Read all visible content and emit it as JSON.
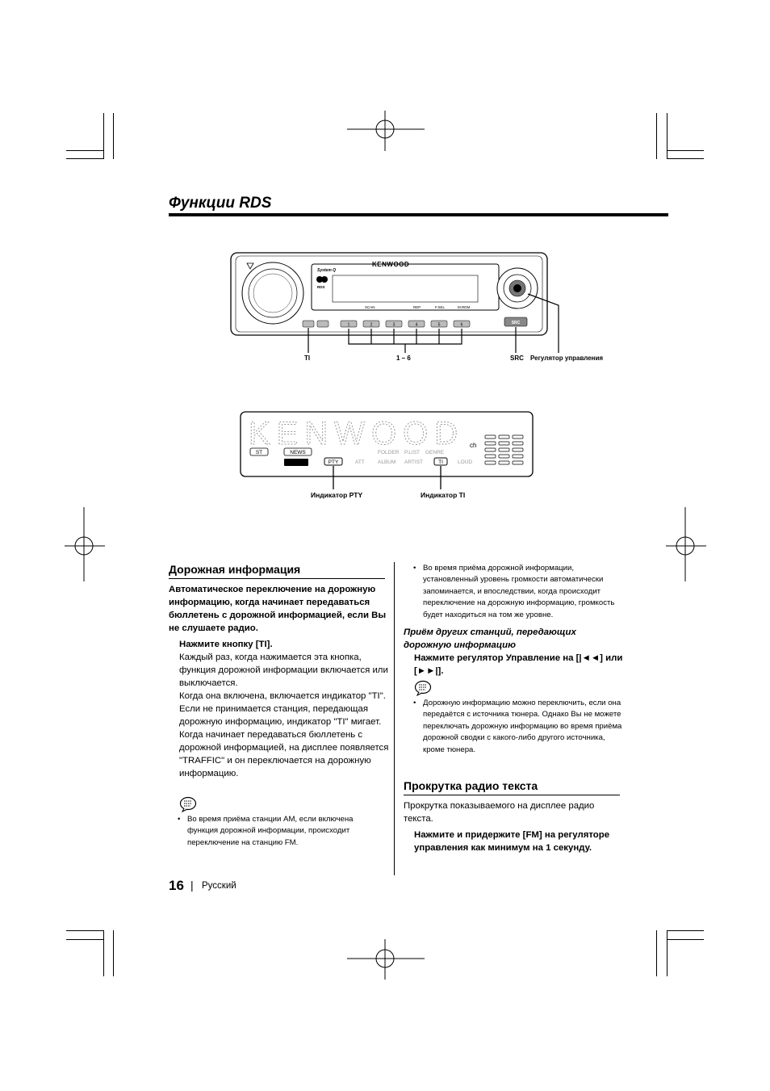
{
  "page": {
    "title": "Функции RDS",
    "page_number": "16",
    "separator": "|",
    "language": "Русский"
  },
  "figure1": {
    "brand": "KENWOOD",
    "system_label": "System Q",
    "rds_label": "RDS",
    "panel_labels": [
      "SCAN",
      "REP",
      "F.SEL",
      "M.RDM"
    ],
    "preset_buttons": [
      "1",
      "2",
      "3",
      "4",
      "5",
      "6"
    ],
    "src_button": "SRC",
    "callouts": {
      "ti": "TI",
      "presets": "1 – 6",
      "src": "SRC",
      "control": "Регулятор управления"
    }
  },
  "figure2": {
    "display_text": "KENWOOD",
    "ch_label": "ch",
    "row1": [
      "ST",
      "NEWS",
      "FOLDER",
      "P.LIST",
      "GENRE"
    ],
    "row2": [
      "PTY",
      "ATT",
      "ALBUM",
      "ARTIST",
      "TI",
      "LOUD"
    ],
    "callouts": {
      "pty": "Индикатор PTY",
      "ti": "Индикатор TI"
    }
  },
  "left": {
    "heading": "Дорожная информация",
    "intro": "Автоматическое переключение на дорожную информацию, когда начинает передаваться бюллетень с дорожной информацией, если Вы не слушаете радио.",
    "step": "Нажмите кнопку [TI].",
    "body": [
      "Каждый раз, когда нажимается эта кнопка, функция дорожной информации включается или выключается.",
      "Когда она включена, включается индикатор \"TI\".",
      "Если не принимается станция, передающая дорожную информацию, индикатор \"TI\" мигает.",
      "Когда начинает передаваться бюллетень с дорожной информацией, на дисплее появляется \"TRAFFIC\" и он переключается на дорожную информацию."
    ],
    "bullet_mark": "•",
    "note": "Во время приёма станции AM, если включена функция дорожной информации, происходит переключение на станцию FM."
  },
  "right": {
    "bullet_mark": "•",
    "note1": "Во время приёма дорожной информации, установленный уровень громкости автоматически запоминается, и впоследствии, когда происходит переключение на дорожную информацию, громкость будет находиться на том же уровне.",
    "subheading": "Приём других станций, передающих дорожную информацию",
    "step1": "Нажмите регулятор Управление на [|◄◄] или [►►|].",
    "note2": "Дорожную информацию можно переключить, если она передаётся с источника тюнера. Однако Вы не можете переключать дорожную информацию во время приёма дорожной сводки с какого-либо другого источника, кроме тюнера.",
    "heading2": "Прокрутка радио текста",
    "intro2": "Прокрутка показываемого на дисплее радио текста.",
    "step2": "Нажмите и придержите [FM] на регуляторе управления как минимум на 1 секунду."
  }
}
